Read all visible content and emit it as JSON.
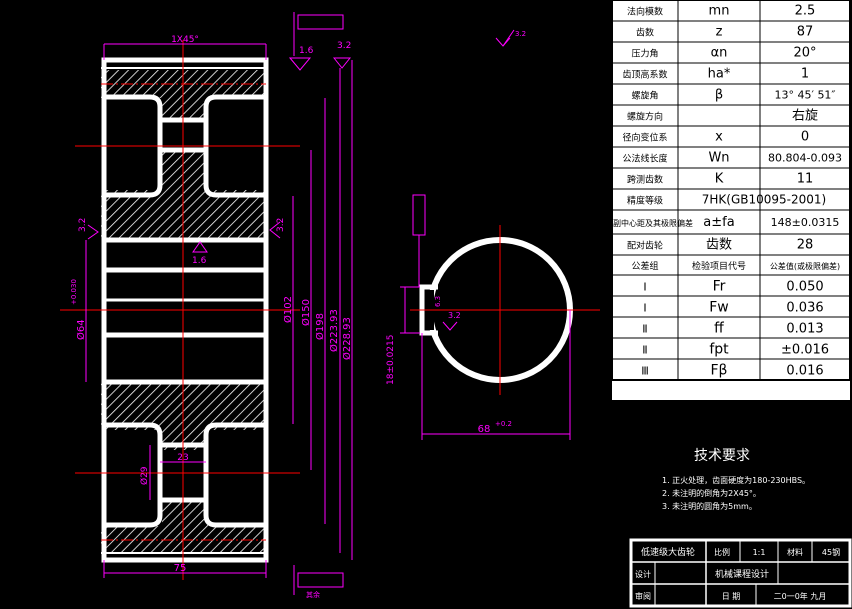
{
  "params": [
    {
      "name": "法向模数",
      "sym": "mn",
      "val": "2.5"
    },
    {
      "name": "齿数",
      "sym": "z",
      "val": "87"
    },
    {
      "name": "压力角",
      "sym": "αn",
      "val": "20°"
    },
    {
      "name": "齿顶高系数",
      "sym": "ha*",
      "val": "1"
    },
    {
      "name": "螺旋角",
      "sym": "β",
      "val": "13° 45′ 51″"
    },
    {
      "name": "螺旋方向",
      "sym": "",
      "val": "右旋"
    },
    {
      "name": "径向变位系",
      "sym": "x",
      "val": "0"
    },
    {
      "name": "公法线长度",
      "sym": "Wn",
      "val": "80.804-0.093"
    },
    {
      "name": "跨测齿数",
      "sym": "K",
      "val": "11"
    },
    {
      "name": "精度等级",
      "sym": "7HK(GB10095-2001)",
      "val": ""
    },
    {
      "name": "齿轮副中心距及其极限偏差",
      "sym": "a±fa",
      "val": "148±0.0315"
    },
    {
      "name": "配对齿轮",
      "sym": "齿数",
      "val": "28"
    }
  ],
  "tolerance_header": {
    "group": "公差组",
    "item": "检验项目代号",
    "value": "公差值(或极限偏差)"
  },
  "tolerances": [
    {
      "group": "I",
      "code": "Fr",
      "val": "0.050"
    },
    {
      "group": "I",
      "code": "Fw",
      "val": "0.036"
    },
    {
      "group": "Ⅱ",
      "code": "ff",
      "val": "0.013"
    },
    {
      "group": "Ⅱ",
      "code": "fpt",
      "val": "±0.016"
    },
    {
      "group": "Ⅲ",
      "code": "Fβ",
      "val": "0.016"
    }
  ],
  "tech_req": {
    "title": "技术要求",
    "items": [
      "1. 正火处理，齿面硬度为180-230HBS。",
      "2. 未注明的倒角为2X45°。",
      "3. 未注明的圆角为5mm。"
    ]
  },
  "title_block": {
    "part_name": "低速级大齿轮",
    "scale_label": "比例",
    "scale": "1:1",
    "material_label": "材料",
    "material": "45钢",
    "design_label": "设计",
    "course": "机械课程设计",
    "check_label": "审阅",
    "date_label": "日  期",
    "date": "二0一0年  九月"
  },
  "dims": {
    "chamfer": "1X45°",
    "rough_top": "1.6",
    "rough_top2": "3.2",
    "d102": "Ø102",
    "d150": "Ø150",
    "d198": "Ø198",
    "d223": "Ø223.93",
    "d228": "Ø228.93",
    "d64": "Ø64",
    "d64_tol": "+0.030",
    "r32": "3.2",
    "r16": "1.6",
    "web": "23",
    "hole": "Ø29",
    "width": "75",
    "keyway_h": "68",
    "keyway_h_tol": "+0.2",
    "keyway_w": "18±0.0215",
    "keyway_r": "3.2",
    "keyway_r2": "6.3",
    "rough_note": "其余"
  }
}
